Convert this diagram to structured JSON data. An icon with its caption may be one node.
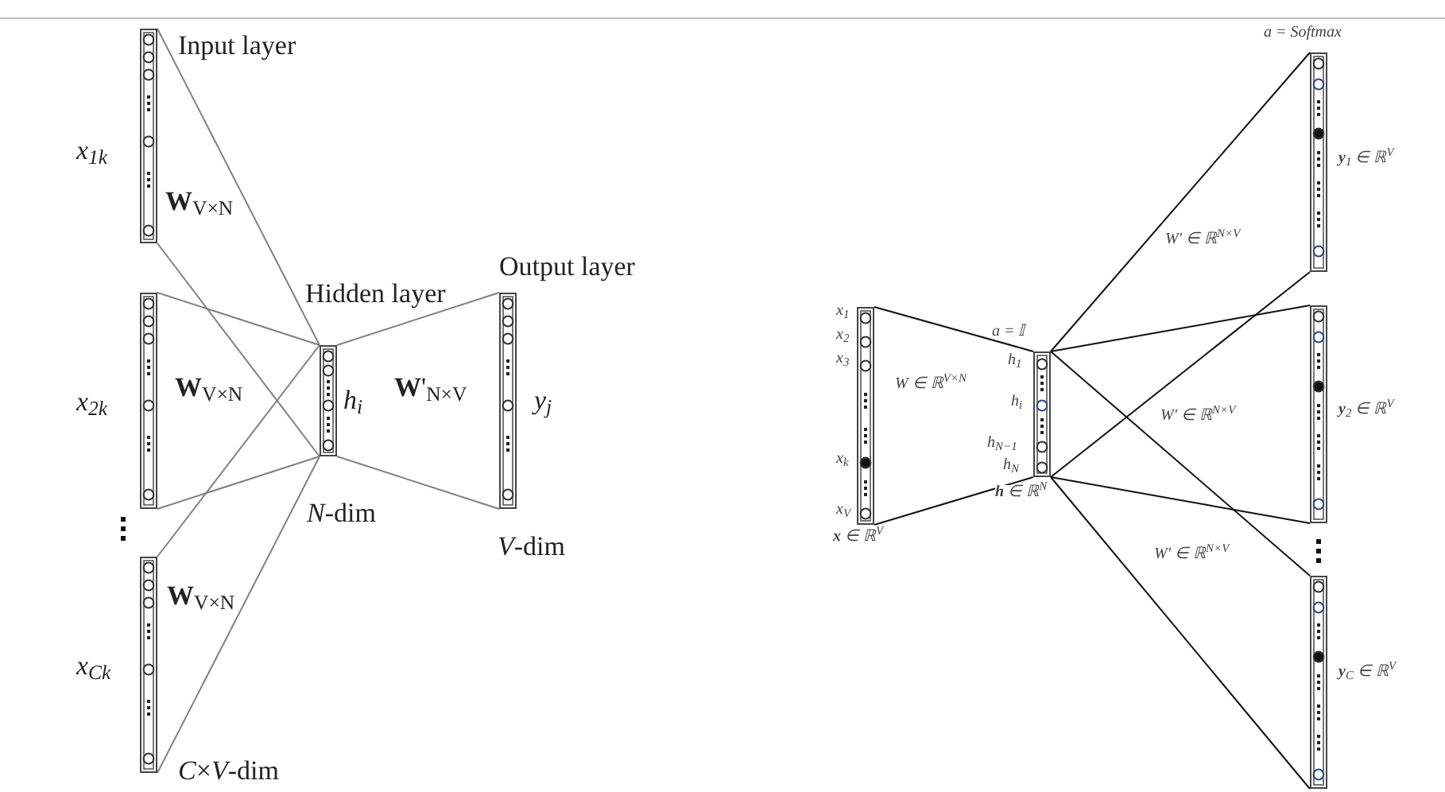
{
  "diagram": {
    "nodes": [
      {
        "text": [],
        "shape": "bar",
        "beside": [
          "Input layer",
          "x$_{1k}$"
        ]
      },
      {
        "text": [],
        "shape": "bar",
        "beside": [
          "x$_{2k}$"
        ]
      },
      {
        "text": [],
        "shape": "bar",
        "beside": [
          "x$_{Ck}$",
          "*C*×*V*-dim"
        ]
      },
      {
        "text": [],
        "shape": "bar",
        "beside": [
          "Hidden layer",
          "h$_{i}$",
          "*N*-dim"
        ]
      },
      {
        "text": [],
        "shape": "bar",
        "beside": [
          "Output layer",
          "y$_{j}$",
          "*V*-dim"
        ]
      },
      {
        "text": [],
        "shape": "bar",
        "beside": [
          "x$_{1}$",
          "x$_{2}$",
          "x$_{3}$",
          "x$_{k}$",
          "x$_{V}$",
          "**x** ∈ ℝ$^{V}$"
        ]
      },
      {
        "text": [],
        "shape": "bar",
        "beside": [
          "a = 𝕀",
          "h$_{1}$",
          "h$_{i}$",
          "h$_{N−1}$",
          "h$_{N}$",
          "**h** ∈ ℝ$^{N}$"
        ]
      },
      {
        "text": [],
        "shape": "bar",
        "beside": [
          "a = Softmax",
          "**y**$_{1}$ ∈ ℝ$^{V}$"
        ]
      },
      {
        "text": [],
        "shape": "bar",
        "beside": [
          "**y**$_{2}$ ∈ ℝ$^{V}$"
        ]
      },
      {
        "text": [],
        "shape": "bar",
        "beside": [
          "**y**$_{C}$ ∈ ℝ$^{V}$"
        ]
      }
    ],
    "edges": [
      {
        "from": 0,
        "to": 3,
        "arrow": "none",
        "color": "#808080"
      },
      {
        "from": 0,
        "to": 3,
        "arrow": "none",
        "color": "#808080"
      },
      {
        "from": 1,
        "to": 3,
        "arrow": "none",
        "color": "#808080"
      },
      {
        "from": 1,
        "to": 3,
        "arrow": "none",
        "color": "#808080"
      },
      {
        "from": 2,
        "to": 3,
        "arrow": "none",
        "color": "#808080"
      },
      {
        "from": 2,
        "to": 3,
        "arrow": "none",
        "color": "#808080"
      },
      {
        "from": 3,
        "to": 4,
        "arrow": "none",
        "color": "#808080"
      },
      {
        "from": 3,
        "to": 4,
        "arrow": "none",
        "color": "#808080"
      },
      {
        "from": 5,
        "to": 6,
        "arrow": "none",
        "color": "#111111"
      },
      {
        "from": 5,
        "to": 6,
        "arrow": "none",
        "color": "#111111"
      },
      {
        "from": 6,
        "to": 7,
        "arrow": "none",
        "color": "#111111"
      },
      {
        "from": 6,
        "to": 7,
        "arrow": "none",
        "color": "#111111"
      },
      {
        "from": 6,
        "to": 8,
        "arrow": "none",
        "color": "#111111"
      },
      {
        "from": 6,
        "to": 8,
        "arrow": "none",
        "color": "#111111"
      },
      {
        "from": 6,
        "to": 9,
        "arrow": "none",
        "color": "#111111"
      },
      {
        "from": 6,
        "to": 9,
        "arrow": "none",
        "color": "#111111"
      }
    ],
    "labels": [
      "**W**$_{V×N}$",
      "**W**$_{V×N}$",
      "**W**'$_{N×V}$",
      "**W**$_{V×N}$",
      "W ∈ ℝ$^{V×N}$",
      "W′ ∈ ℝ$^{N×V}$",
      "W′ ∈ ℝ$^{N×V}$",
      "W′ ∈ ℝ$^{N×V}$"
    ]
  }
}
